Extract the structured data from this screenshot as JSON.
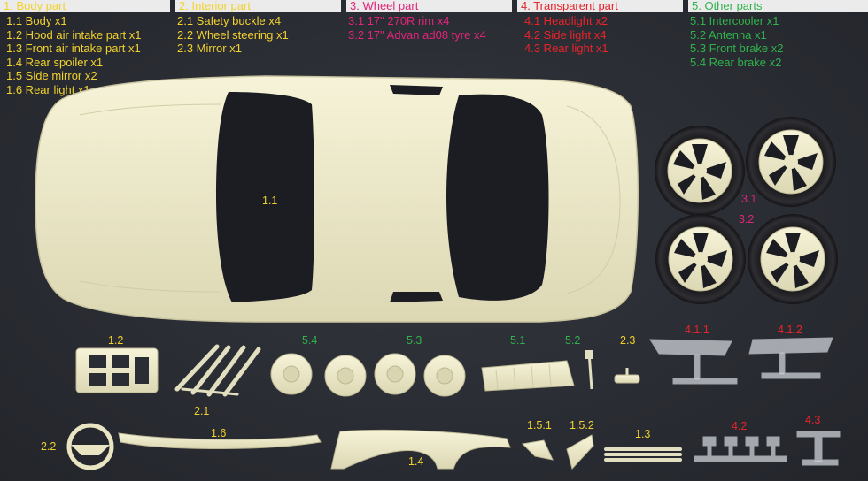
{
  "headers": [
    {
      "id": "body",
      "text": "1. Body part",
      "color": "#f2d22c"
    },
    {
      "id": "interior",
      "text": "2. Interior part",
      "color": "#f2d22c"
    },
    {
      "id": "wheel",
      "text": "3. Wheel part",
      "color": "#e0257a"
    },
    {
      "id": "transparent",
      "text": "4. Transparent part",
      "color": "#e8232a"
    },
    {
      "id": "other",
      "text": "5. Other parts",
      "color": "#2fb24a"
    }
  ],
  "lists": {
    "body": [
      "1.1 Body x1",
      "1.2 Hood air intake part x1",
      "1.3 Front air intake part x1",
      "1.4 Rear spoiler x1",
      "1.5 Side mirror x2",
      "1.6 Rear light x1"
    ],
    "interior": [
      "2.1 Safety buckle x4",
      "2.2 Wheel steering x1",
      "2.3 Mirror x1"
    ],
    "wheel": [
      "3.1 17\" 270R rim x4",
      "3.2 17\" Advan ad08 tyre x4"
    ],
    "transparent": [
      "4.1 Headlight x2",
      "4.2 Side light x4",
      "4.3 Rear light x1"
    ],
    "other": [
      "5.1 Intercooler x1",
      "5.2 Antenna x1",
      "5.3 Front brake x2",
      "5.4 Rear brake x2"
    ]
  },
  "part_labels": {
    "p1_1": "1.1",
    "p3_1": "3.1",
    "p3_2": "3.2",
    "p1_2": "1.2",
    "p2_1": "2.1",
    "p5_4": "5.4",
    "p5_3": "5.3",
    "p5_1": "5.1",
    "p5_2": "5.2",
    "p2_3": "2.3",
    "p4_1_1": "4.1.1",
    "p4_1_2": "4.1.2",
    "p2_2": "2.2",
    "p1_6": "1.6",
    "p1_4": "1.4",
    "p1_5_1": "1.5.1",
    "p1_5_2": "1.5.2",
    "p1_3": "1.3",
    "p4_2": "4.2",
    "p4_3": "4.3"
  },
  "colors": {
    "resin": "#efeccb",
    "background": "#2b2d35",
    "body_color": "#f2d22c",
    "wheel_color": "#e0257a",
    "transparent_color": "#e8232a",
    "other_color": "#2fb24a",
    "header_bg": "#ebebeb"
  }
}
